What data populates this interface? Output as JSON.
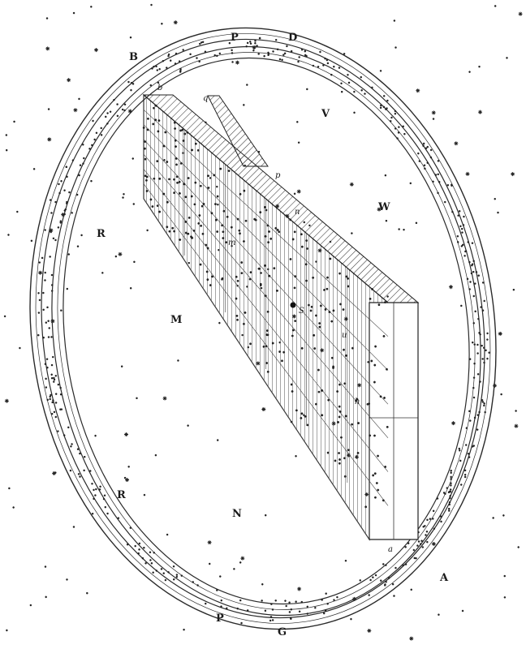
{
  "figure": {
    "labels": {
      "top_left": "P",
      "top_right": "D",
      "upper_left_ring": "B",
      "region_upper": "V",
      "region_right": "W",
      "ring_left_upper": "R",
      "ring_left_lower": "R",
      "region_middle": "M",
      "region_lower": "N",
      "bottom_right": "A",
      "bottom_left": "P",
      "bottom": "G",
      "slab_top_corner": "b",
      "slab_far_corner": "q",
      "slab_edge_p": "p",
      "slab_edge_n": "n",
      "slab_inner_m": "m",
      "slab_sun": "S",
      "slab_inner_u": "u",
      "slab_inner_h": "h",
      "slab_bottom_corner": "a"
    },
    "colors": {
      "ink": "#1a1a1a",
      "paper": "#ffffff"
    }
  }
}
